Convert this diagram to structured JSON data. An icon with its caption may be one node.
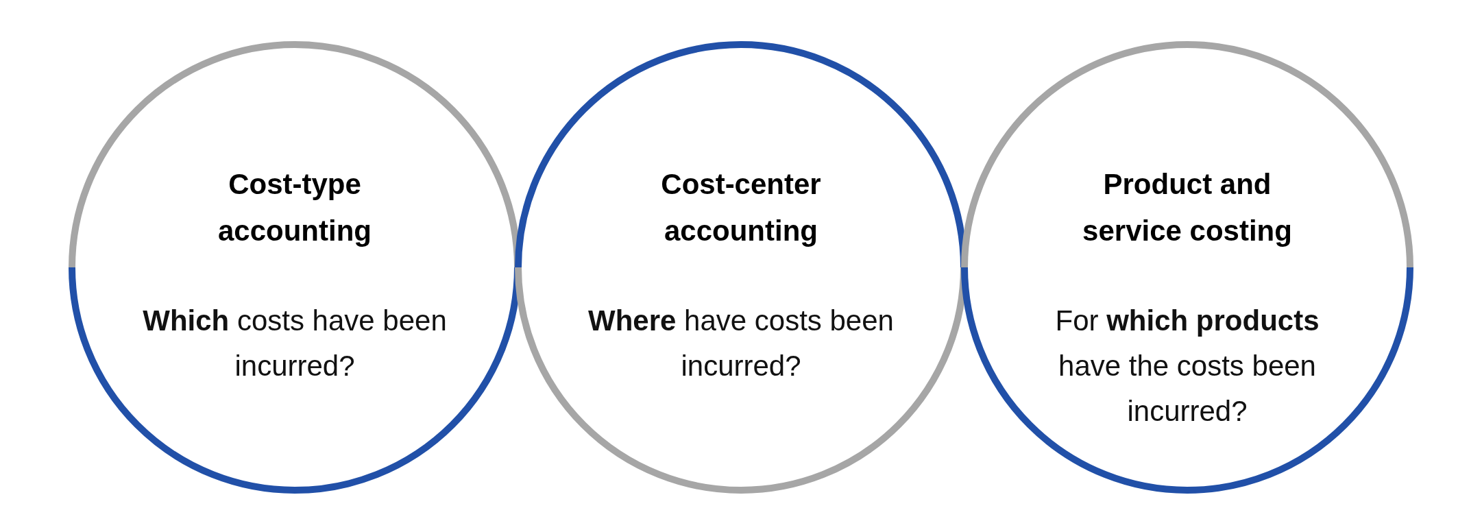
{
  "diagram": {
    "nodes": [
      {
        "text": [
          "Cost-type accounting",
          "**Which** costs have been incurred?"
        ]
      },
      {
        "text": [
          "Cost-center accounting",
          "**Where** have costs been incurred?"
        ]
      },
      {
        "text": [
          "Product and service costing",
          "For **which products** have the costs been incurred?"
        ]
      }
    ]
  }
}
